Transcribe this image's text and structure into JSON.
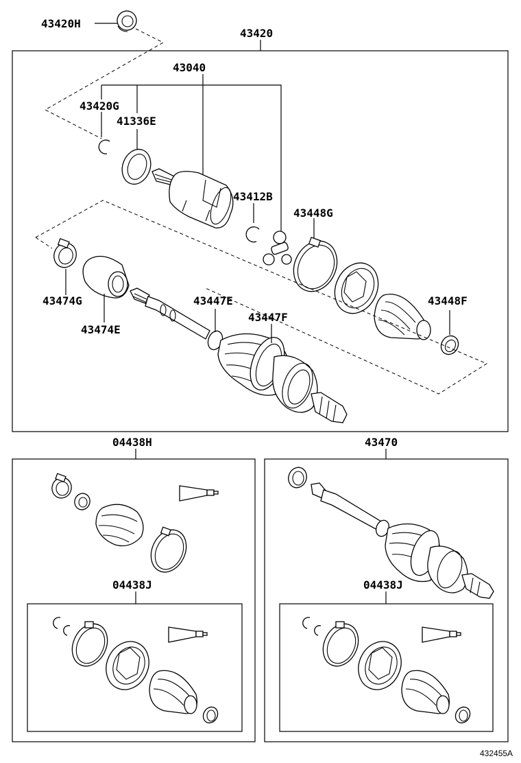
{
  "labels": {
    "p43420H": "43420H",
    "p43420": "43420",
    "p43040": "43040",
    "p43420G": "43420G",
    "p41336E": "41336E",
    "p43412B": "43412B",
    "p43448G": "43448G",
    "p43474G": "43474G",
    "p43474E": "43474E",
    "p43447E": "43447E",
    "p43447F": "43447F",
    "p43448F": "43448F",
    "p04438H": "04438H",
    "p43470": "43470",
    "p04438J_left": "04438J",
    "p04438J_right": "04438J"
  },
  "reference_code": "432455A"
}
